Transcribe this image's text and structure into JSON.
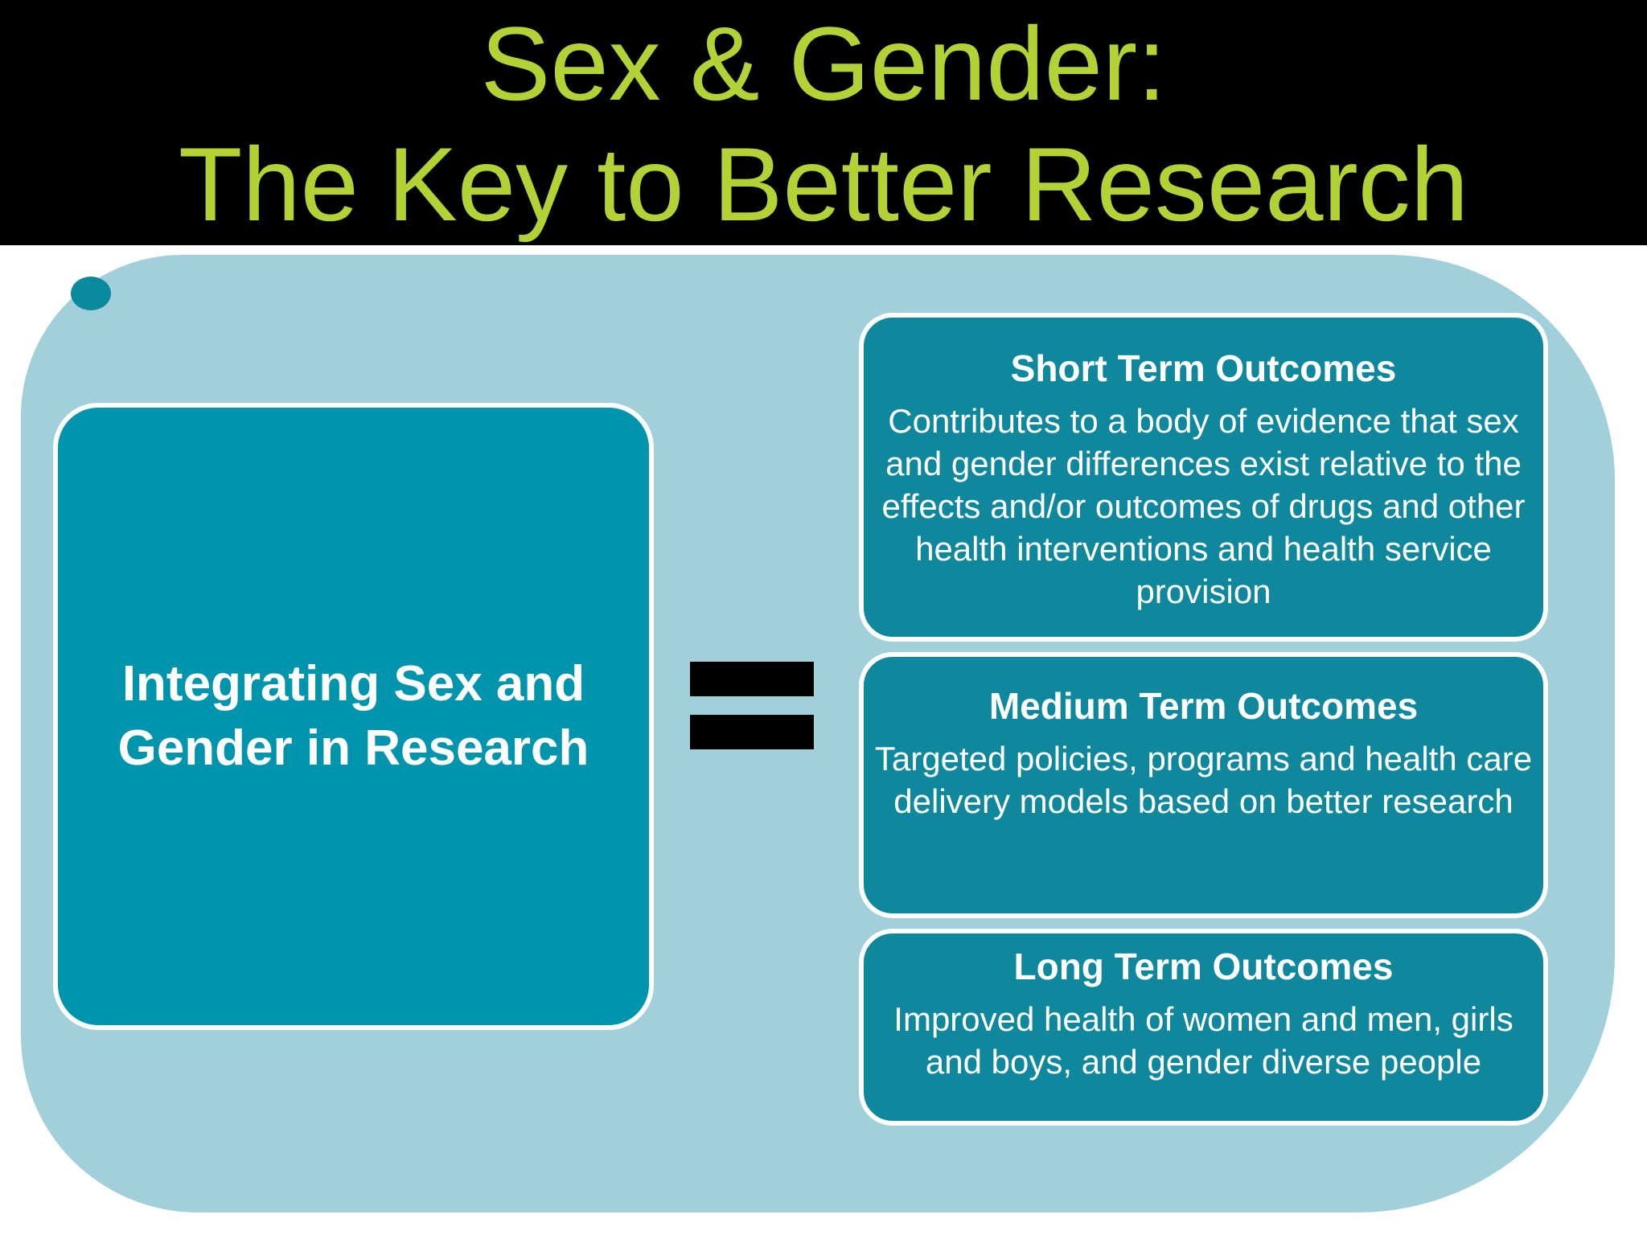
{
  "slide": {
    "title": {
      "line1": "Sex & Gender:",
      "line2": "The Key to Better Research"
    },
    "left_box": {
      "label": "Integrating Sex and Gender in Research"
    },
    "equals_sign": "=",
    "outcome_boxes": [
      {
        "title": "Short Term Outcomes",
        "body": "Contributes to a body of evidence that sex and gender differences exist relative to the effects and/or outcomes of drugs and other health interventions and health service provision"
      },
      {
        "title": "Medium Term Outcomes",
        "body": "Targeted policies, programs and health care delivery models based on better research"
      },
      {
        "title": "Long Term Outcomes",
        "body": "Improved health of women and men, girls and boys, and gender diverse people"
      }
    ],
    "colors": {
      "title_green": "#b3d235",
      "band_black": "#000000",
      "container_light_teal": "#a1d0da",
      "left_box_teal": "#0095ac",
      "outcome_box_teal": "#0f879c",
      "border_white": "#ffffff"
    }
  }
}
